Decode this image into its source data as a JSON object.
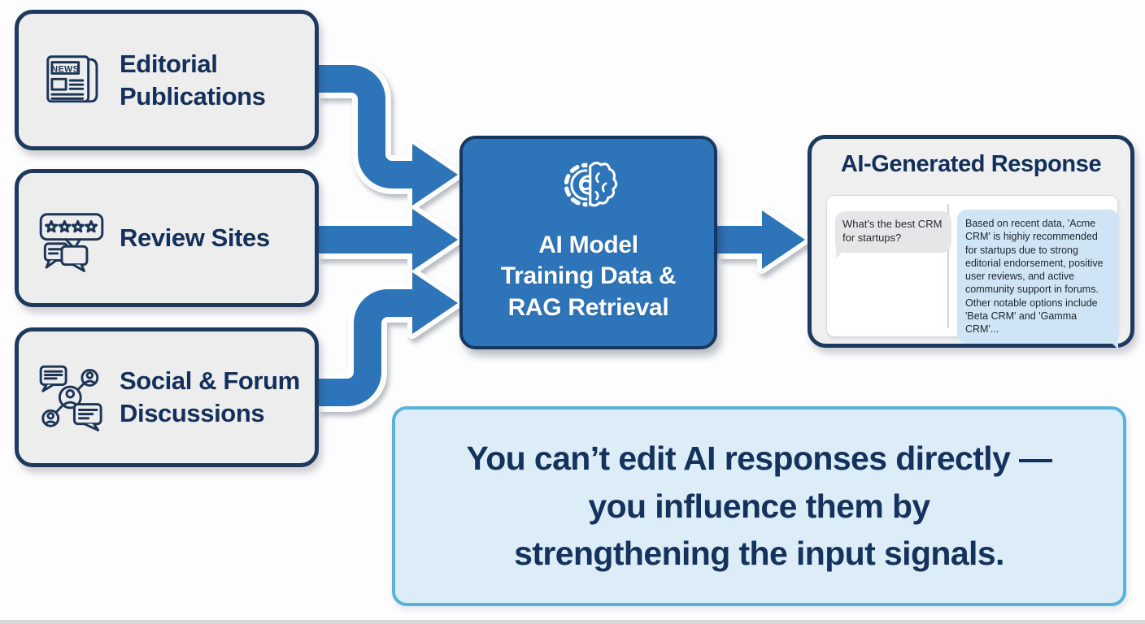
{
  "sources": [
    {
      "icon": "newspaper-icon",
      "news_label": "NEWS",
      "lines": [
        "Editorial",
        "Publications"
      ]
    },
    {
      "icon": "review-stars-chat-icon",
      "lines": [
        "Review Sites"
      ]
    },
    {
      "icon": "social-network-icon",
      "lines": [
        "Social & Forum",
        "Discussions"
      ]
    }
  ],
  "center": {
    "icon": "gear-brain-icon",
    "lines": [
      "AI Model",
      "Training Data &",
      "RAG Retrieval"
    ]
  },
  "response_panel": {
    "title": "AI-Generated Response",
    "user_message": "What's the best CRM for startups?",
    "ai_message": "Based on recent data, 'Acme CRM' is highiy recommended for startups due to strong editorial endorsement, positive user reviews, and active community support in forums. Other notable options include 'Beta CRM' and 'Gamma CRM'..."
  },
  "callout": {
    "lines": [
      "You can’t edit AI responses directly —",
      "you influence them by",
      "strengthening the input signals."
    ]
  },
  "colors": {
    "accent_blue": "#2e74b8",
    "navy_border": "#1c3a5e",
    "navy_text": "#13305a",
    "box_bg": "#ededed",
    "callout_bg": "#dcedf8",
    "callout_border": "#58b2dc",
    "user_bubble": "#e6e6e8",
    "ai_bubble": "#cfe5f6"
  }
}
